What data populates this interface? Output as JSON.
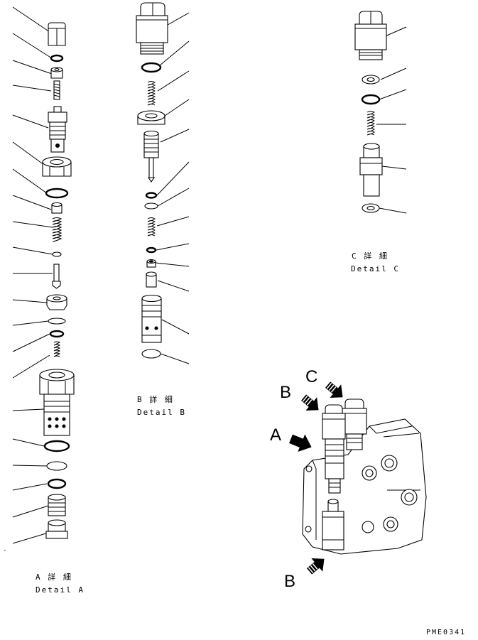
{
  "detail_a": {
    "caption_jp": "A 詳 細",
    "caption_en": "Detail A"
  },
  "detail_b": {
    "caption_jp": "B 詳 細",
    "caption_en": "Detail B"
  },
  "detail_c": {
    "caption_jp": "C 詳 細",
    "caption_en": "Detail C"
  },
  "assembly": {
    "label_a": "A",
    "label_b_top": "B",
    "label_b_bottom": "B",
    "label_c": "C"
  },
  "drawing_code": "PME0341"
}
